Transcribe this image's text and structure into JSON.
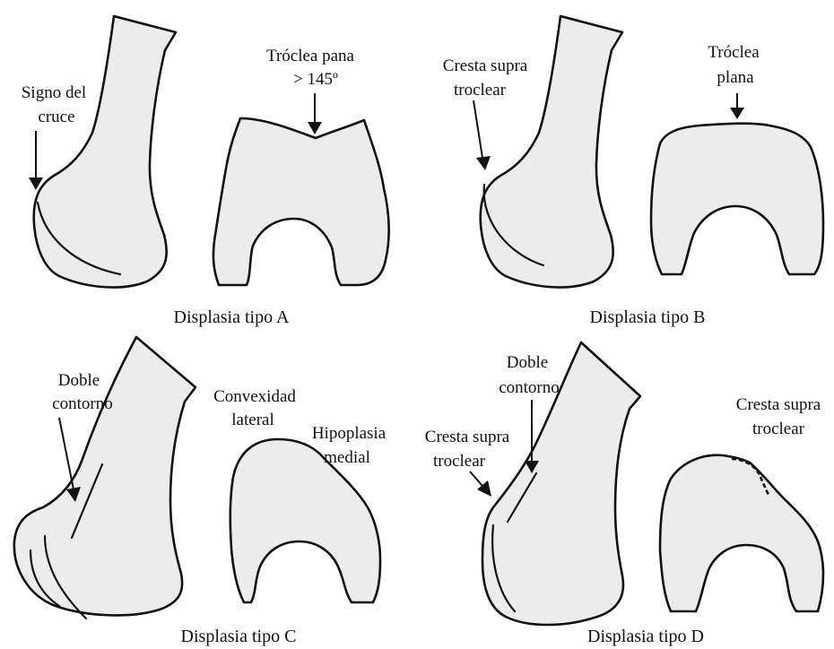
{
  "panels": {
    "a": {
      "caption": "Displasia tipo A",
      "signo": [
        "Signo del",
        "cruce"
      ],
      "troclea": [
        "Tróclea pana",
        "> 145º"
      ]
    },
    "b": {
      "caption": "Displasia tipo B",
      "cresta": [
        "Cresta supra",
        "troclear"
      ],
      "troclea": [
        "Tróclea",
        "plana"
      ]
    },
    "c": {
      "caption": "Displasia tipo C",
      "doble": [
        "Doble",
        "contorno"
      ],
      "convexidad": [
        "Convexidad",
        "lateral"
      ],
      "hipoplasia": [
        "Hipoplasia",
        "medial"
      ]
    },
    "d": {
      "caption": "Displasia tipo D",
      "doble": [
        "Doble",
        "contorno"
      ],
      "cresta_left": [
        "Cresta supra",
        "troclear"
      ],
      "cresta_right": [
        "Cresta supra",
        "troclear"
      ]
    }
  }
}
